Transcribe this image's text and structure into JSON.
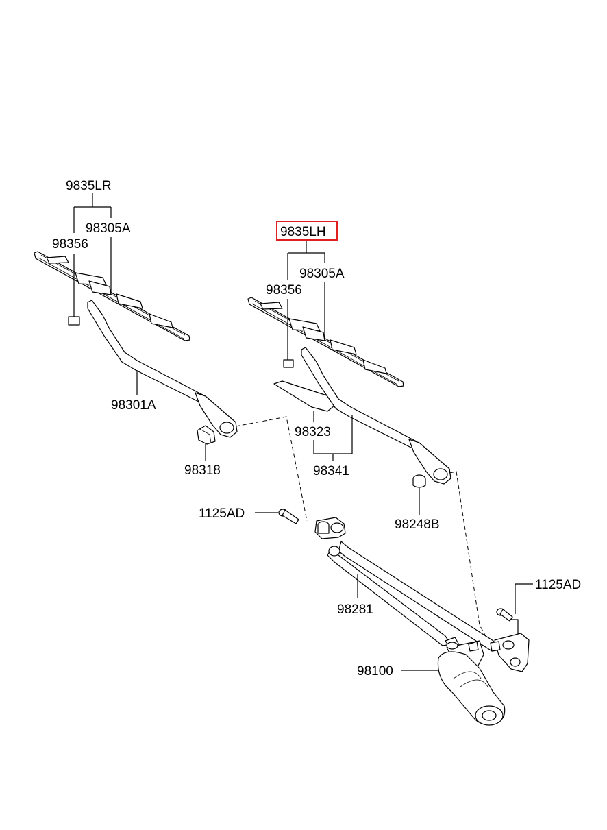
{
  "diagram": {
    "labels": {
      "left_blade_assy": "9835LR",
      "left_blade_refill": "98305A",
      "left_clip": "98356",
      "left_arm": "98301A",
      "left_cap": "98318",
      "right_blade_assy": "9835LH",
      "right_blade_refill": "98305A",
      "right_clip": "98356",
      "right_spoiler": "98323",
      "right_arm_assy": "98341",
      "right_nut_cap": "98248B",
      "bolt_left": "1125AD",
      "bolt_right": "1125AD",
      "linkage": "98281",
      "motor": "98100"
    },
    "highlight_color": "#e02020"
  }
}
